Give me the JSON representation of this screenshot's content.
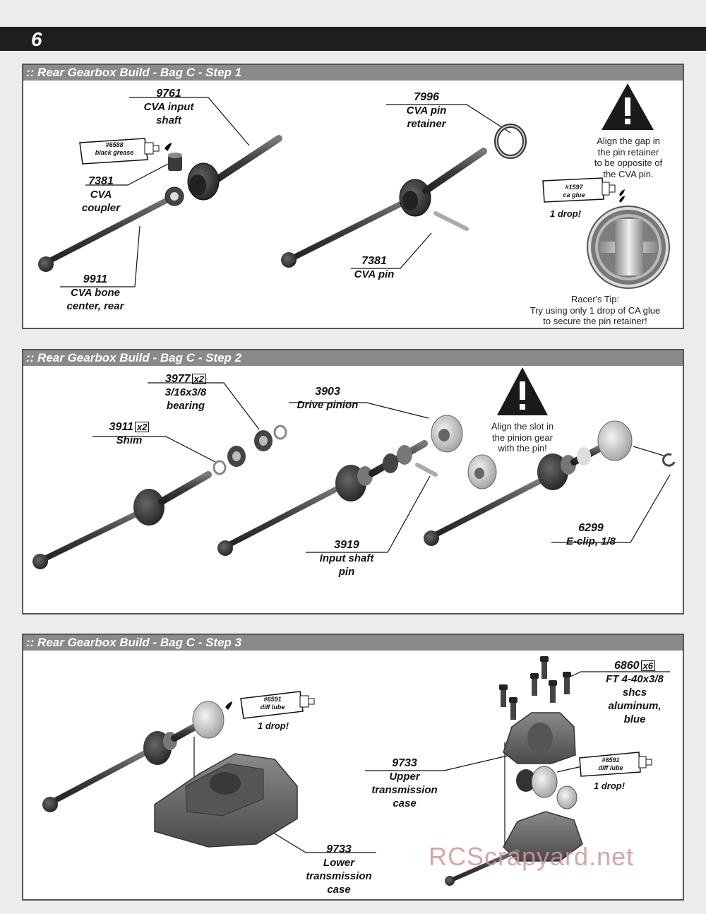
{
  "page": {
    "number": "6"
  },
  "step1": {
    "title": ":: Rear Gearbox Build - Bag C - Step 1",
    "p9761": {
      "num": "9761",
      "l1": "CVA input",
      "l2": "shaft"
    },
    "grease": {
      "l1": "#6588",
      "l2": "black grease"
    },
    "p7381a": {
      "num": "7381",
      "l1": "CVA",
      "l2": "coupler"
    },
    "p9911": {
      "num": "9911",
      "l1": "CVA bone",
      "l2": "center, rear"
    },
    "p7996": {
      "num": "7996",
      "l1": "CVA pin",
      "l2": "retainer"
    },
    "p7381b": {
      "num": "7381",
      "l1": "CVA pin"
    },
    "warning": {
      "l1": "Align the gap in",
      "l2": "the pin retainer",
      "l3": "to be opposite of",
      "l4": "the CVA pin."
    },
    "glue": {
      "l1": "#1597",
      "l2": "ca glue"
    },
    "drop": "1 drop!",
    "tip": {
      "l1": "Racer's Tip:",
      "l2": "Try using only 1 drop of CA glue",
      "l3": "to secure the pin retainer!"
    }
  },
  "step2": {
    "title": ":: Rear Gearbox Build - Bag C - Step 2",
    "p3977": {
      "num": "3977",
      "qty": "x2",
      "l1": "3/16x3/8",
      "l2": "bearing"
    },
    "p3911": {
      "num": "3911",
      "qty": "x2",
      "l1": "Shim"
    },
    "p3903": {
      "num": "3903",
      "l1": "Drive pinion"
    },
    "warning": {
      "l1": "Align the slot in",
      "l2": "the pinion gear",
      "l3": "with the pin!"
    },
    "p3919": {
      "num": "3919",
      "l1": "Input shaft",
      "l2": "pin"
    },
    "p6299": {
      "num": "6299",
      "l1": "E-clip, 1/8"
    }
  },
  "step3": {
    "title": ":: Rear Gearbox Build - Bag C - Step 3",
    "lube1": {
      "l1": "#6591",
      "l2": "diff lube"
    },
    "drop1": "1 drop!",
    "p9733lower": {
      "num": "9733",
      "l1": "Lower",
      "l2": "transmission",
      "l3": "case"
    },
    "p6860": {
      "num": "6860",
      "qty": "x6",
      "l1": "FT 4-40x3/8",
      "l2": "shcs",
      "l3": "aluminum,",
      "l4": "blue"
    },
    "p9733upper": {
      "num": "9733",
      "l1": "Upper",
      "l2": "transmission",
      "l3": "case"
    },
    "lube2": {
      "l1": "#6591",
      "l2": "diff lube"
    },
    "drop2": "1 drop!"
  },
  "watermark": "RCScrapyard.net"
}
